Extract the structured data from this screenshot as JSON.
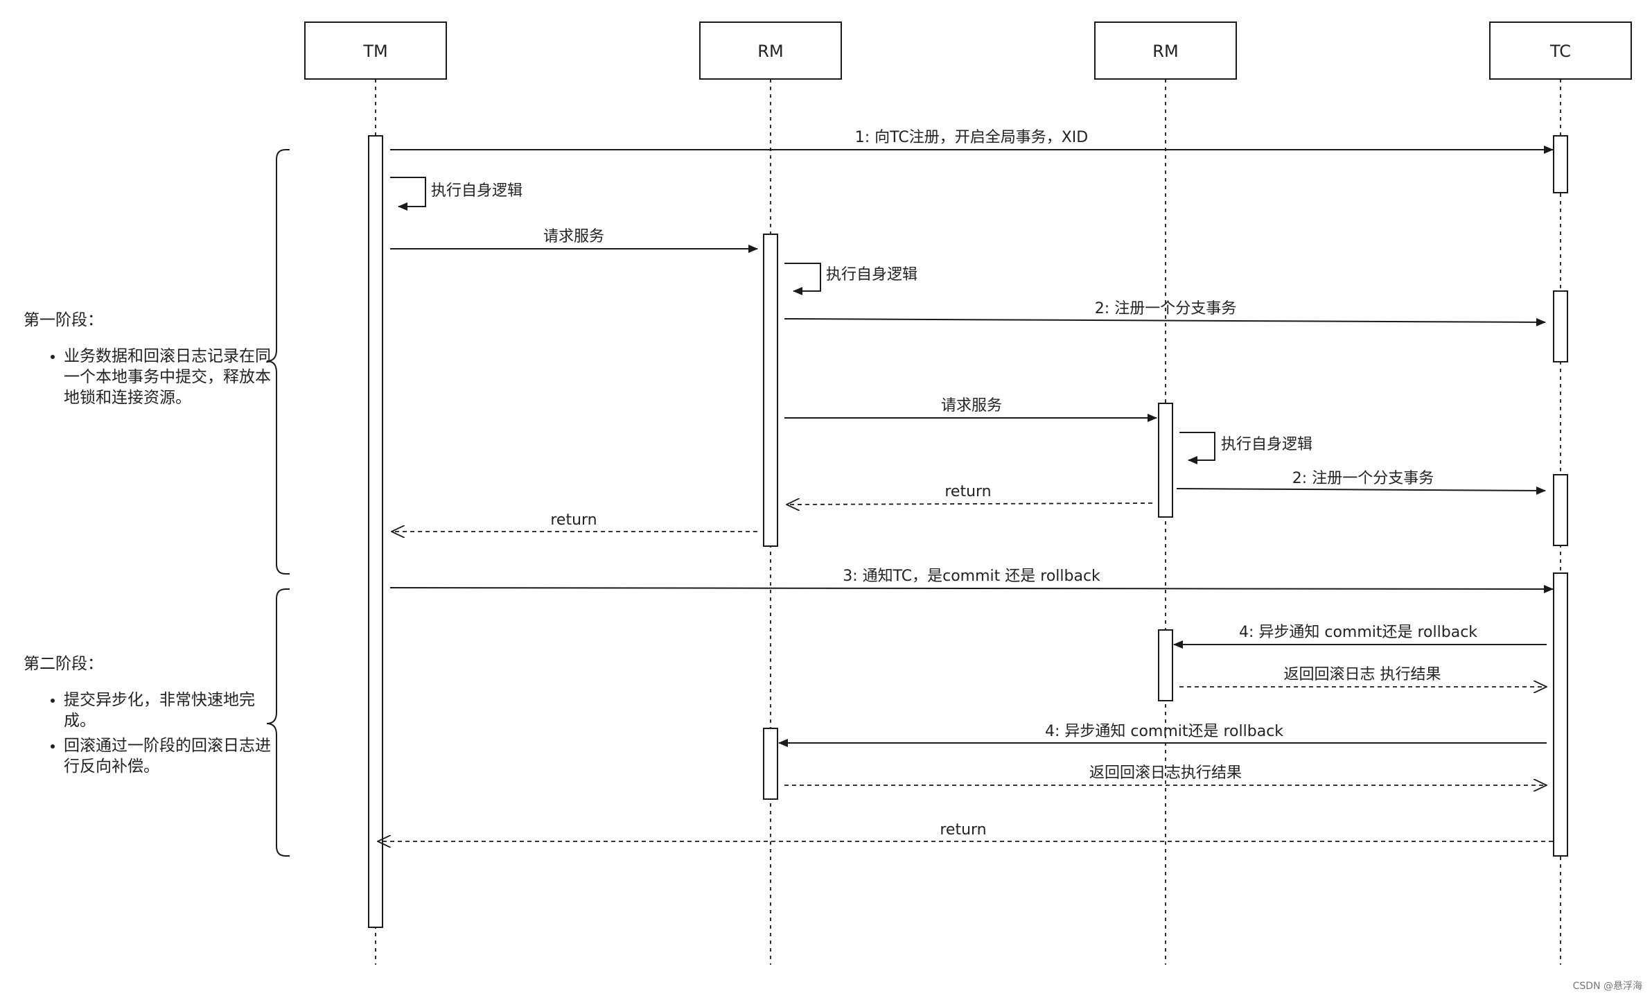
{
  "participants": [
    {
      "id": "tm",
      "label": "TM"
    },
    {
      "id": "rm1",
      "label": "RM"
    },
    {
      "id": "rm2",
      "label": "RM"
    },
    {
      "id": "tc",
      "label": "TC"
    }
  ],
  "messages": [
    {
      "label": "1: 向TC注册，开启全局事务，XID",
      "style": "solid"
    },
    {
      "label": "执行自身逻辑",
      "style": "self"
    },
    {
      "label": "请求服务",
      "style": "solid"
    },
    {
      "label": "执行自身逻辑",
      "style": "self"
    },
    {
      "label": "2: 注册一个分支事务",
      "style": "solid"
    },
    {
      "label": "请求服务",
      "style": "solid"
    },
    {
      "label": "执行自身逻辑",
      "style": "self"
    },
    {
      "label": "return",
      "style": "dashed"
    },
    {
      "label": "2: 注册一个分支事务",
      "style": "solid"
    },
    {
      "label": "return",
      "style": "dashed"
    },
    {
      "label": "3: 通知TC，是commit 还是 rollback",
      "style": "solid"
    },
    {
      "label": "4: 异步通知 commit还是 rollback",
      "style": "solid"
    },
    {
      "label": "返回回滚日志 执行结果",
      "style": "dashed"
    },
    {
      "label": "4: 异步通知 commit还是 rollback",
      "style": "solid"
    },
    {
      "label": "返回回滚日志执行结果",
      "style": "dashed"
    },
    {
      "label": "return",
      "style": "dashed"
    }
  ],
  "phases": [
    {
      "title": "第一阶段：",
      "bullets": [
        "业务数据和回滚日志记录在同一个本地事务中提交，释放本地锁和连接资源。"
      ]
    },
    {
      "title": "第二阶段：",
      "bullets": [
        "提交异步化，非常快速地完成。",
        "回滚通过一阶段的回滚日志进行反向补偿。"
      ]
    }
  ],
  "watermark": "CSDN @悬浮海",
  "colors": {
    "line": "#1a1a1a",
    "text": "#222222",
    "background": "#ffffff"
  }
}
